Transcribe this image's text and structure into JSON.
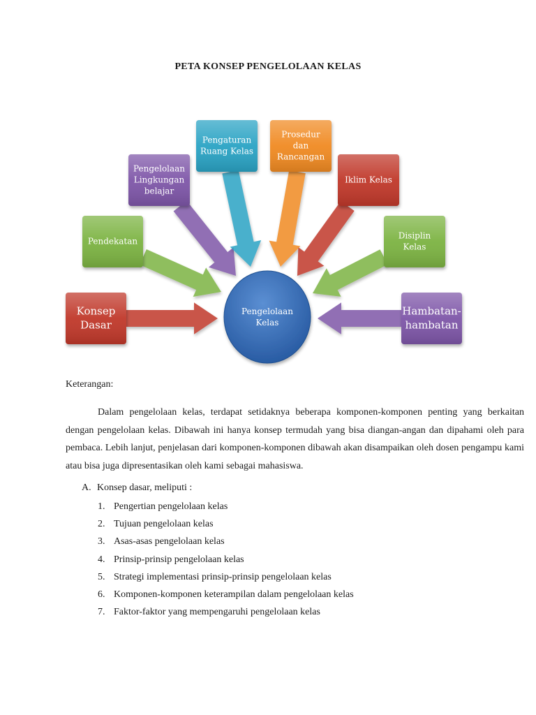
{
  "title": "PETA KONSEP PENGELOLAAN KELAS",
  "diagram": {
    "center": {
      "lines": [
        "Pengelolaan",
        "Kelas"
      ],
      "color": "#2f6db5"
    },
    "nodes": [
      {
        "id": "konsep-dasar",
        "lines": [
          "Konsep",
          "Dasar"
        ],
        "color": "#c0392b"
      },
      {
        "id": "pendekatan",
        "lines": [
          "Pendekatan"
        ],
        "color": "#7cb342"
      },
      {
        "id": "pengelolaan-lingkungan",
        "lines": [
          "Pengelolaan",
          "Lingkungan",
          "belajar"
        ],
        "color": "#7e57a8"
      },
      {
        "id": "pengaturan-ruang",
        "lines": [
          "Pengaturan",
          "Ruang Kelas"
        ],
        "color": "#2aa3c4"
      },
      {
        "id": "prosedur",
        "lines": [
          "Prosedur",
          "dan",
          "Rancangan"
        ],
        "color": "#f08a24"
      },
      {
        "id": "iklim-kelas",
        "lines": [
          "Iklim Kelas"
        ],
        "color": "#c0392b"
      },
      {
        "id": "disiplin-kelas",
        "lines": [
          "Disiplin",
          "Kelas"
        ],
        "color": "#7cb342"
      },
      {
        "id": "hambatan",
        "lines": [
          "Hambatan-",
          "hambatan"
        ],
        "color": "#7e57a8"
      }
    ]
  },
  "caption": "Keterangan:",
  "paragraph": "Dalam pengelolaan kelas, terdapat setidaknya beberapa komponen-komponen penting yang berkaitan dengan pengelolaan kelas. Dibawah ini hanya konsep termudah yang bisa diangan-angan dan dipahami oleh para pembaca. Lebih lanjut, penjelasan dari komponen-komponen dibawah akan disampaikan oleh dosen pengampu kami atau bisa juga dipresentasikan oleh kami sebagai mahasiswa.",
  "section": {
    "marker": "A.",
    "label": "Konsep dasar, meliputi :"
  },
  "items": [
    {
      "num": "1.",
      "text": "Pengertian pengelolaan kelas"
    },
    {
      "num": "2.",
      "text": "Tujuan pengelolaan kelas"
    },
    {
      "num": "3.",
      "text": "Asas-asas pengelolaan kelas"
    },
    {
      "num": "4.",
      "text": "Prinsip-prinsip pengelolaan kelas"
    },
    {
      "num": "5.",
      "text": "Strategi implementasi prinsip-prinsip pengelolaan kelas"
    },
    {
      "num": "6.",
      "text": "Komponen-komponen keterampilan dalam pengelolaan kelas"
    },
    {
      "num": "7.",
      "text": "Faktor-faktor yang mempengaruhi pengelolaan kelas"
    }
  ]
}
